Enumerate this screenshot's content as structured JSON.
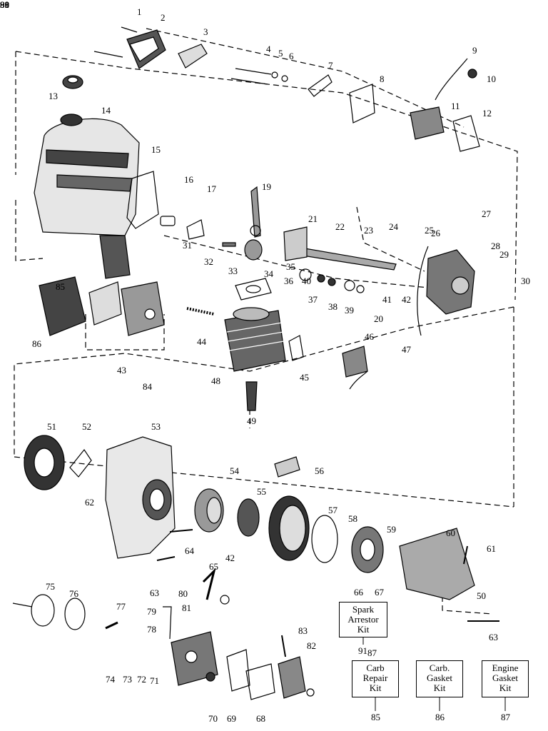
{
  "diagram": {
    "part_numbers": [
      "1",
      "2",
      "3",
      "4",
      "5",
      "6",
      "7",
      "8",
      "9",
      "10",
      "11",
      "12",
      "13",
      "14",
      "15",
      "16",
      "17",
      "19",
      "20",
      "21",
      "22",
      "23",
      "24",
      "25",
      "26",
      "27",
      "28",
      "29",
      "30",
      "31",
      "32",
      "33",
      "34",
      "35",
      "36",
      "37",
      "38",
      "39",
      "40",
      "41",
      "42",
      "42",
      "43",
      "44",
      "45",
      "46",
      "47",
      "48",
      "49",
      "50",
      "51",
      "52",
      "53",
      "54",
      "55",
      "56",
      "57",
      "58",
      "59",
      "60",
      "61",
      "62",
      "63",
      "63",
      "64",
      "65",
      "66",
      "67",
      "68",
      "69",
      "70",
      "71",
      "72",
      "73",
      "74",
      "75",
      "76",
      "77",
      "78",
      "79",
      "80",
      "81",
      "82",
      "83",
      "84",
      "85",
      "86",
      "87",
      "88",
      "89",
      "90",
      "91"
    ],
    "kits": [
      {
        "lines": [
          "Spark",
          "Arrestor",
          "Kit"
        ],
        "number": "91"
      },
      {
        "lines": [
          "Carb",
          "Repair",
          "Kit"
        ],
        "number": "85"
      },
      {
        "lines": [
          "Carb.",
          "Gasket",
          "Kit"
        ],
        "number": "86"
      },
      {
        "lines": [
          "Engine",
          "Gasket",
          "Kit"
        ],
        "number": "87"
      }
    ]
  },
  "colors": {
    "ink": "#000000",
    "paper": "#ffffff"
  }
}
